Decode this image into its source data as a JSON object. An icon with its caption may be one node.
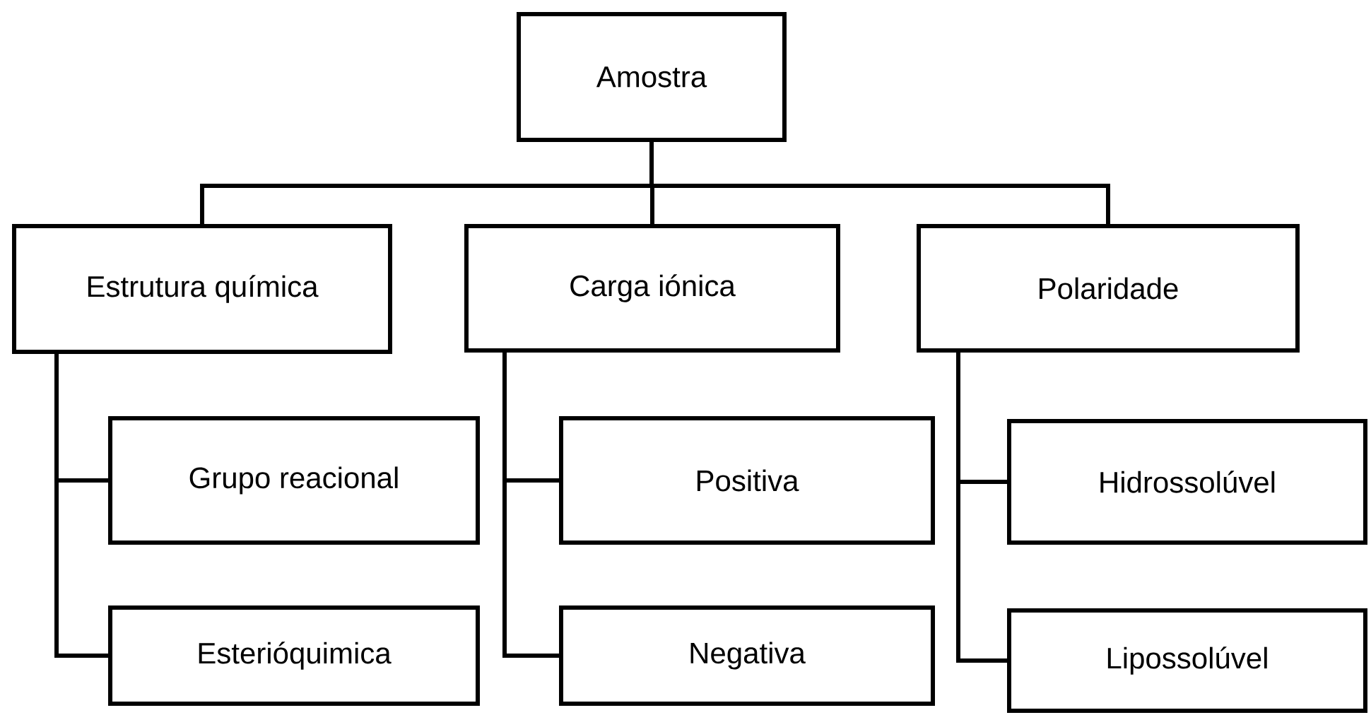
{
  "diagram": {
    "nodes": [
      {
        "text": [
          "Amostra"
        ]
      },
      {
        "text": [
          "Estrutura química"
        ]
      },
      {
        "text": [
          "Carga iónica"
        ]
      },
      {
        "text": [
          "Polaridade"
        ]
      },
      {
        "text": [
          "Grupo reacional"
        ]
      },
      {
        "text": [
          "Esterióquimica"
        ]
      },
      {
        "text": [
          "Positiva"
        ]
      },
      {
        "text": [
          "Negativa"
        ]
      },
      {
        "text": [
          "Hidrossolúvel"
        ]
      },
      {
        "text": [
          "Lipossolúvel"
        ]
      }
    ],
    "edges": [
      {
        "from": 0,
        "to": 1,
        "arrow": "none"
      },
      {
        "from": 0,
        "to": 2,
        "arrow": "none"
      },
      {
        "from": 0,
        "to": 3,
        "arrow": "none"
      },
      {
        "from": 1,
        "to": 4,
        "arrow": "none"
      },
      {
        "from": 1,
        "to": 5,
        "arrow": "none"
      },
      {
        "from": 2,
        "to": 6,
        "arrow": "none"
      },
      {
        "from": 2,
        "to": 7,
        "arrow": "none"
      },
      {
        "from": 3,
        "to": 8,
        "arrow": "none"
      },
      {
        "from": 3,
        "to": 9,
        "arrow": "none"
      }
    ]
  }
}
